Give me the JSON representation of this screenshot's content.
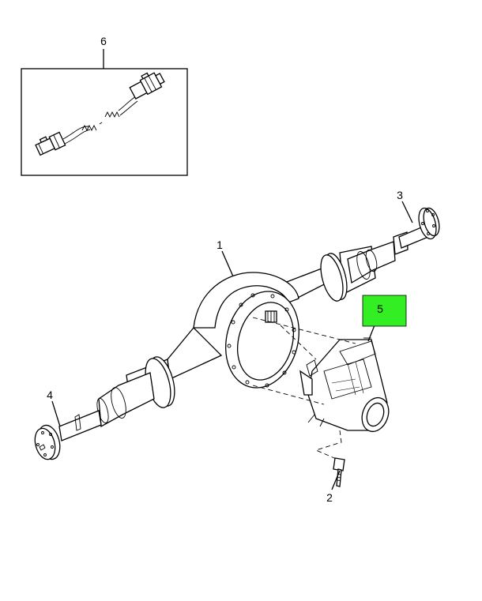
{
  "callouts": [
    {
      "id": "1",
      "label": "1"
    },
    {
      "id": "2",
      "label": "2"
    },
    {
      "id": "3",
      "label": "3"
    },
    {
      "id": "4",
      "label": "4"
    },
    {
      "id": "5",
      "label": "5",
      "highlighted": true
    },
    {
      "id": "6",
      "label": "6"
    }
  ],
  "colors": {
    "highlight": "#33ee22",
    "line": "#000000",
    "background": "#ffffff"
  },
  "parts": {
    "1": "axle-housing-icon",
    "2": "bolt-icon",
    "3": "axle-shaft-right-icon",
    "4": "axle-shaft-left-icon",
    "5": "differential-carrier-icon",
    "6": "wiring-harness-icon"
  }
}
